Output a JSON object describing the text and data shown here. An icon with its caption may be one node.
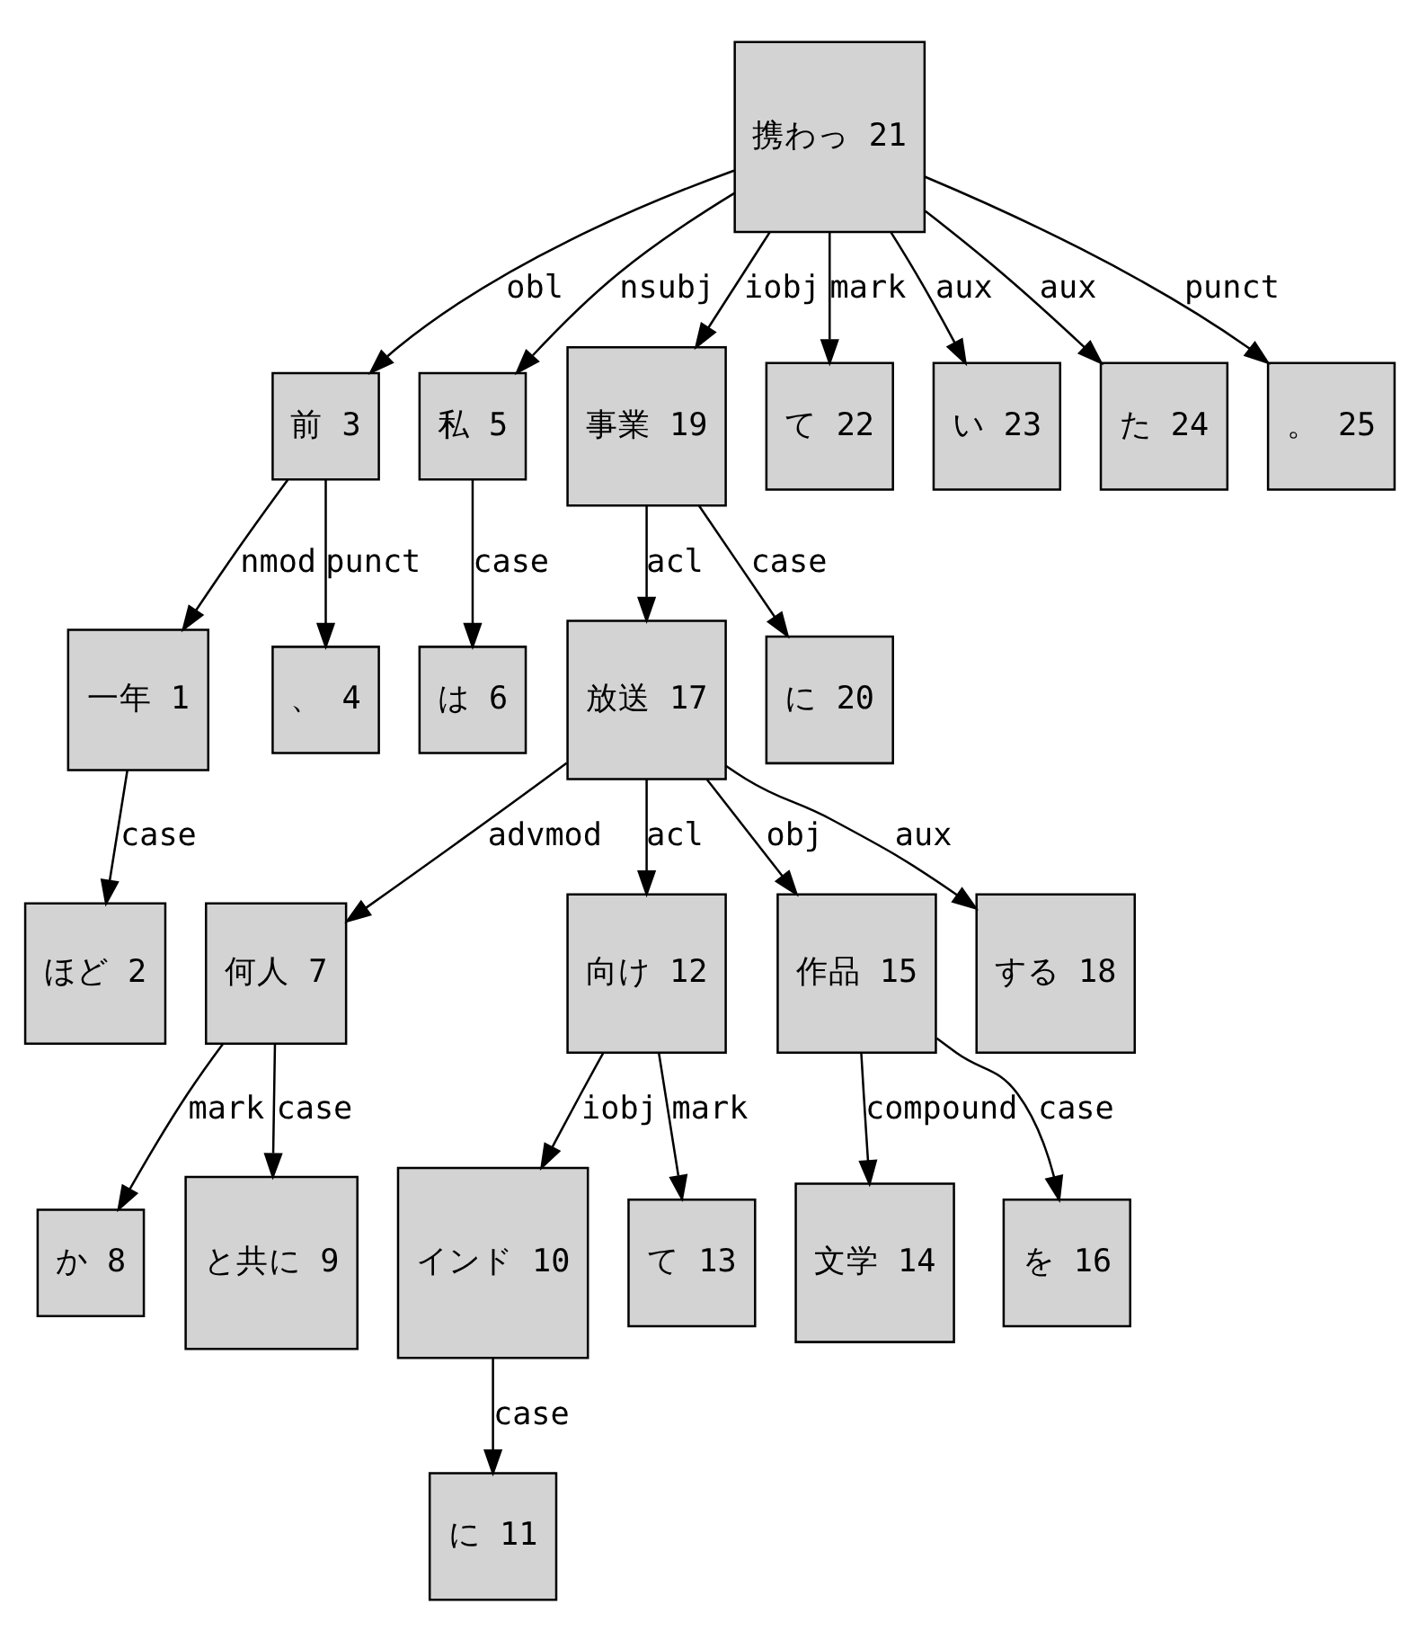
{
  "diagram": {
    "nodes": [
      {
        "text": [
          "携わっ 21"
        ]
      },
      {
        "text": [
          "前 3"
        ]
      },
      {
        "text": [
          "私 5"
        ]
      },
      {
        "text": [
          "事業 19"
        ]
      },
      {
        "text": [
          "て 22"
        ]
      },
      {
        "text": [
          "い 23"
        ]
      },
      {
        "text": [
          "た 24"
        ]
      },
      {
        "text": [
          "。 25"
        ]
      },
      {
        "text": [
          "一年 1"
        ]
      },
      {
        "text": [
          "、 4"
        ]
      },
      {
        "text": [
          "は 6"
        ]
      },
      {
        "text": [
          "放送 17"
        ]
      },
      {
        "text": [
          "に 20"
        ]
      },
      {
        "text": [
          "ほど 2"
        ]
      },
      {
        "text": [
          "何人 7"
        ]
      },
      {
        "text": [
          "向け 12"
        ]
      },
      {
        "text": [
          "作品 15"
        ]
      },
      {
        "text": [
          "する 18"
        ]
      },
      {
        "text": [
          "か 8"
        ]
      },
      {
        "text": [
          "と共に 9"
        ]
      },
      {
        "text": [
          "インド 10"
        ]
      },
      {
        "text": [
          "て 13"
        ]
      },
      {
        "text": [
          "文学 14"
        ]
      },
      {
        "text": [
          "を 16"
        ]
      },
      {
        "text": [
          "に 11"
        ]
      }
    ],
    "edges": [
      {
        "from": 0,
        "to": 1,
        "arrow": "to",
        "label": "obl"
      },
      {
        "from": 0,
        "to": 2,
        "arrow": "to",
        "label": "nsubj"
      },
      {
        "from": 0,
        "to": 3,
        "arrow": "to",
        "label": "iobj"
      },
      {
        "from": 0,
        "to": 4,
        "arrow": "to",
        "label": "mark"
      },
      {
        "from": 0,
        "to": 5,
        "arrow": "to",
        "label": "aux"
      },
      {
        "from": 0,
        "to": 6,
        "arrow": "to",
        "label": "aux"
      },
      {
        "from": 0,
        "to": 7,
        "arrow": "to",
        "label": "punct"
      },
      {
        "from": 1,
        "to": 8,
        "arrow": "to",
        "label": "nmod"
      },
      {
        "from": 1,
        "to": 9,
        "arrow": "to",
        "label": "punct"
      },
      {
        "from": 2,
        "to": 10,
        "arrow": "to",
        "label": "case"
      },
      {
        "from": 3,
        "to": 11,
        "arrow": "to",
        "label": "acl"
      },
      {
        "from": 3,
        "to": 12,
        "arrow": "to",
        "label": "case"
      },
      {
        "from": 8,
        "to": 13,
        "arrow": "to",
        "label": "case"
      },
      {
        "from": 11,
        "to": 14,
        "arrow": "to",
        "label": "advmod"
      },
      {
        "from": 11,
        "to": 15,
        "arrow": "to",
        "label": "acl"
      },
      {
        "from": 11,
        "to": 16,
        "arrow": "to",
        "label": "obj"
      },
      {
        "from": 11,
        "to": 17,
        "arrow": "to",
        "label": "aux"
      },
      {
        "from": 14,
        "to": 18,
        "arrow": "to",
        "label": "mark"
      },
      {
        "from": 14,
        "to": 19,
        "arrow": "to",
        "label": "case"
      },
      {
        "from": 15,
        "to": 20,
        "arrow": "to",
        "label": "iobj"
      },
      {
        "from": 15,
        "to": 21,
        "arrow": "to",
        "label": "mark"
      },
      {
        "from": 16,
        "to": 22,
        "arrow": "to",
        "label": "compound"
      },
      {
        "from": 16,
        "to": 23,
        "arrow": "to",
        "label": "case"
      },
      {
        "from": 20,
        "to": 24,
        "arrow": "to",
        "label": "case"
      }
    ]
  }
}
